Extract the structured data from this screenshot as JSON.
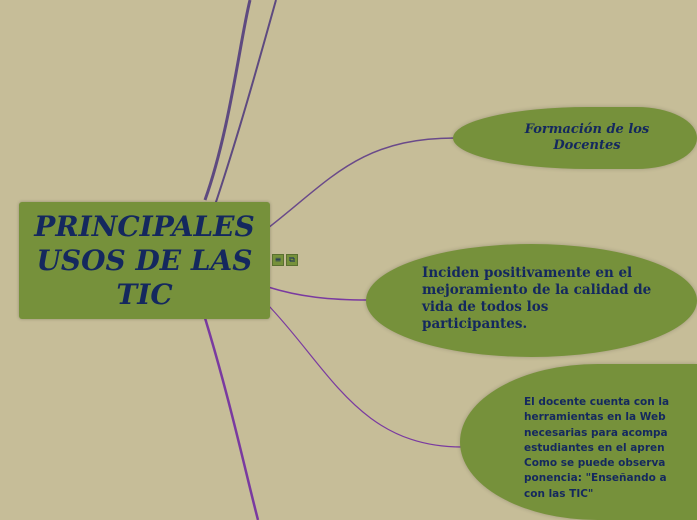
{
  "central": {
    "title": "PRINCIPALES USOS DE LAS TIC"
  },
  "central_icons": [
    "notes-icon",
    "link-icon"
  ],
  "topics": [
    {
      "text": "Formación de los Docentes"
    },
    {
      "text": "Inciden positivamente en el mejoramiento de la calidad de vida de todos los participantes."
    },
    {
      "text": "El docente cuenta con la\nherramientas en la Web\nnecesarias para acompa\nestudiantes en el apren\nComo se puede observa\nponencia: \"Enseñando a\ncon las TIC\""
    }
  ],
  "colors": {
    "background": "#c6bd98",
    "node": "#76913b",
    "text": "#14285e",
    "link": "#6a4a8a"
  }
}
